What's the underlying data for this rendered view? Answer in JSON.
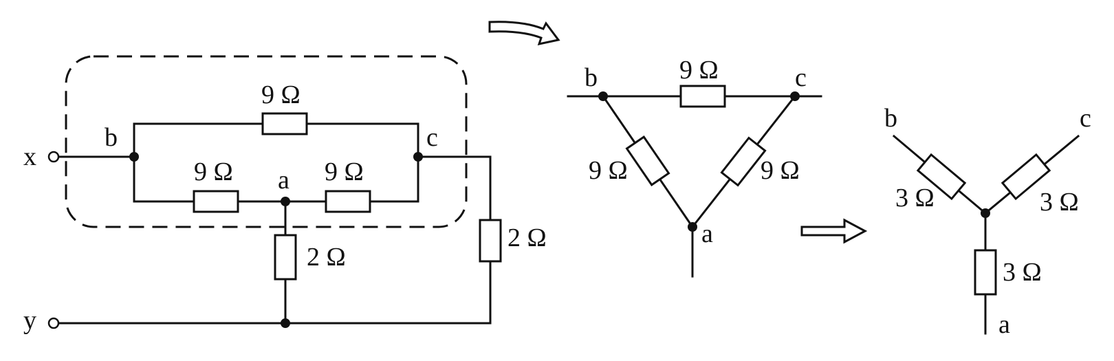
{
  "circuit": {
    "terminal_x": "x",
    "terminal_y": "y",
    "node_a": "a",
    "node_b": "b",
    "node_c": "c",
    "r_bc": "9 Ω",
    "r_ba": "9 Ω",
    "r_ac": "9 Ω",
    "r_a_y": "2 Ω",
    "r_c_y": "2 Ω"
  },
  "delta": {
    "node_a": "a",
    "node_b": "b",
    "node_c": "c",
    "r_bc": "9 Ω",
    "r_ba": "9 Ω",
    "r_ca": "9 Ω"
  },
  "wye": {
    "node_a": "a",
    "node_b": "b",
    "node_c": "c",
    "r_b": "3 Ω",
    "r_c": "3 Ω",
    "r_a": "3 Ω"
  }
}
